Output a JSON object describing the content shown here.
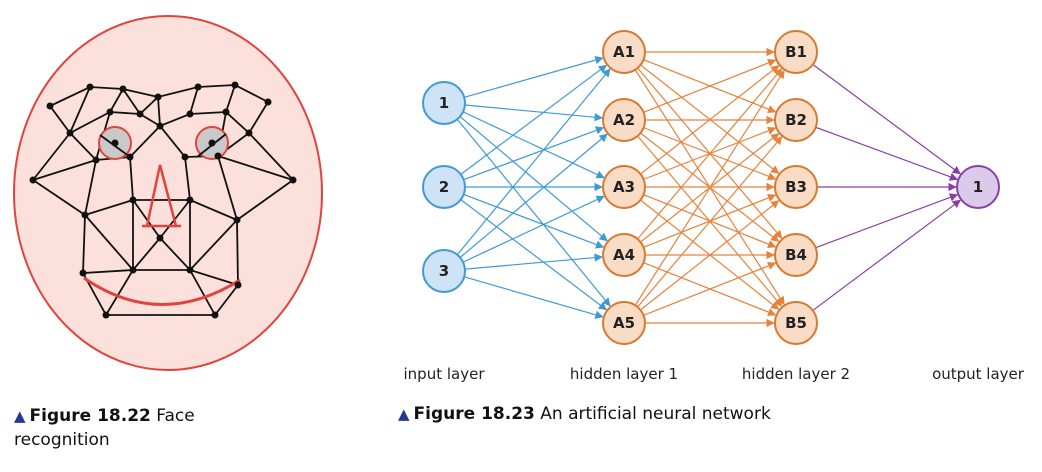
{
  "face_figure": {
    "caption_number": "Figure 18.22",
    "caption_text_1": "Face",
    "caption_text_2": "recognition"
  },
  "network_figure": {
    "caption_number": "Figure 18.23",
    "caption_text": "An artificial neural network",
    "layers": [
      {
        "label": "input layer",
        "nodes": [
          "1",
          "2",
          "3"
        ]
      },
      {
        "label": "hidden layer 1",
        "nodes": [
          "A1",
          "A2",
          "A3",
          "A4",
          "A5"
        ]
      },
      {
        "label": "hidden layer 2",
        "nodes": [
          "B1",
          "B2",
          "B3",
          "B4",
          "B5"
        ]
      },
      {
        "label": "output layer",
        "nodes": [
          "1"
        ]
      }
    ]
  },
  "colors": {
    "input_fill": "#cfe3f6",
    "input_stroke": "#3e9ad6",
    "hidden_fill": "#f9dcc6",
    "hidden_stroke": "#d9782f",
    "hidden_edge": "#e8823a",
    "output_fill": "#dccaea",
    "output_stroke": "#8a3fa8",
    "face_fill": "#fbe0dc",
    "face_stroke": "#e0443c",
    "caption_marker": "#233a8c"
  }
}
